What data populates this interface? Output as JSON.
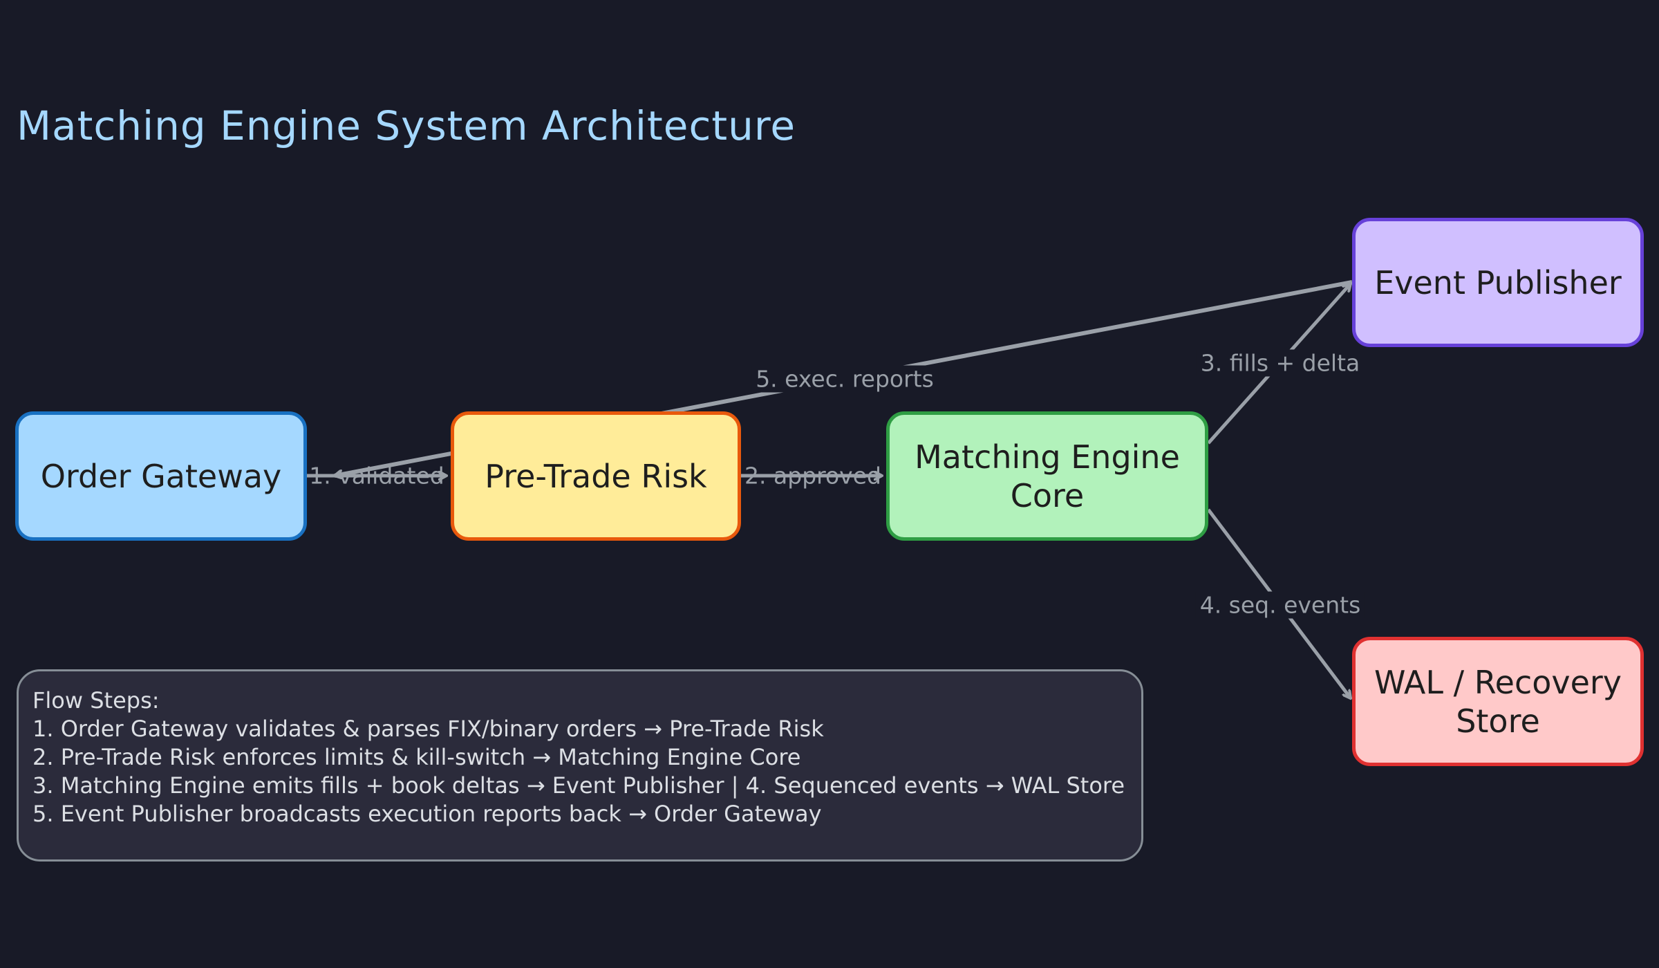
{
  "title": "Matching Engine System Architecture",
  "nodes": {
    "gateway": "Order Gateway",
    "risk": "Pre-Trade Risk",
    "core": "Matching Engine\nCore",
    "publisher": "Event Publisher",
    "wal": "WAL / Recovery\nStore"
  },
  "edges": {
    "e1": "1. validated",
    "e2": "2. approved",
    "e3": "3. fills + delta",
    "e4": "4. seq. events",
    "e5": "5. exec. reports"
  },
  "legend": {
    "heading": "Flow Steps:",
    "lines": [
      "1. Order Gateway validates & parses FIX/binary orders → Pre-Trade Risk",
      "2. Pre-Trade Risk enforces limits & kill-switch → Matching Engine Core",
      "3. Matching Engine emits fills + book deltas → Event Publisher  |  4. Sequenced events → WAL Store",
      "5. Event Publisher broadcasts execution reports back → Order Gateway"
    ]
  },
  "colors": {
    "background": "#181a27",
    "title": "#a5d8ff",
    "edge": "#9aa0a8",
    "gateway_fill": "#a5d8ff",
    "risk_fill": "#ffec99",
    "core_fill": "#b2f2bb",
    "publisher_fill": "#d0bfff",
    "wal_fill": "#ffc9c9"
  }
}
